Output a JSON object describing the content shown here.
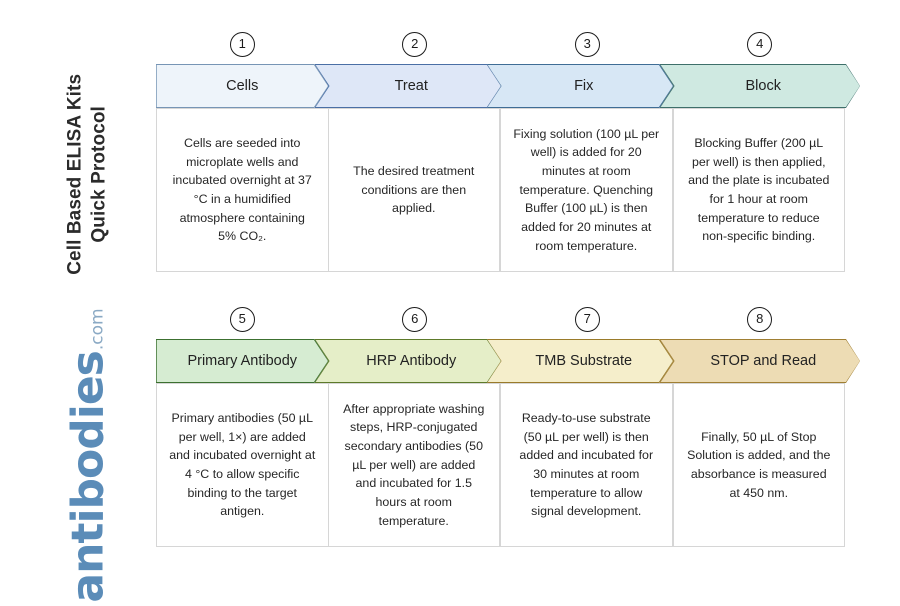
{
  "brand": {
    "word": "antibodies",
    "tld": ".com",
    "color": "#5b8cb8"
  },
  "title": {
    "line1": "Cell Based ELISA Kits",
    "line2": "Quick Protocol"
  },
  "rows": [
    {
      "name": "row-1",
      "steps": [
        {
          "number": "1",
          "label": "Cells",
          "fill": "#eef4fa",
          "stroke": "#7795b5",
          "body": "Cells are seeded into microplate wells and incubated overnight at 37 °C in a humidified atmosphere containing 5% CO₂."
        },
        {
          "number": "2",
          "label": "Treat",
          "fill": "#dee7f7",
          "stroke": "#4a6fa5",
          "body": "The desired treatment conditions are then applied."
        },
        {
          "number": "3",
          "label": "Fix",
          "fill": "#d7e7f5",
          "stroke": "#3f6d95",
          "body": "Fixing solution (100 µL per well) is added for 20 minutes at room temperature. Quenching Buffer (100 µL) is then added for 20 minutes at room temperature."
        },
        {
          "number": "4",
          "label": "Block",
          "fill": "#cfe9e1",
          "stroke": "#3e6f6a",
          "body": "Blocking Buffer (200 µL per well) is then applied, and the plate is incubated for 1 hour at room temperature to reduce non-specific binding."
        }
      ]
    },
    {
      "name": "row-2",
      "steps": [
        {
          "number": "5",
          "label": "Primary Antibody",
          "fill": "#d6ecd2",
          "stroke": "#3c7030",
          "body": "Primary antibodies (50 µL per well, 1×) are added and incubated overnight at 4 °C to allow specific binding to the target antigen."
        },
        {
          "number": "6",
          "label": "HRP Antibody",
          "fill": "#e5eec8",
          "stroke": "#5d7a2a",
          "body": "After appropriate washing steps, HRP-conjugated secondary antibodies (50 µL per well) are added and incubated for 1.5 hours at room temperature."
        },
        {
          "number": "7",
          "label": "TMB Substrate",
          "fill": "#f5eecb",
          "stroke": "#9a7b2a",
          "body": "Ready-to-use substrate (50 µL per well) is then added and incubated for 30 minutes at room temperature to allow signal development."
        },
        {
          "number": "8",
          "label": "STOP and Read",
          "fill": "#eddcb4",
          "stroke": "#a07f33",
          "body": "Finally, 50 µL of Stop Solution is added, and the absorbance is measured at 450 nm."
        }
      ]
    }
  ]
}
